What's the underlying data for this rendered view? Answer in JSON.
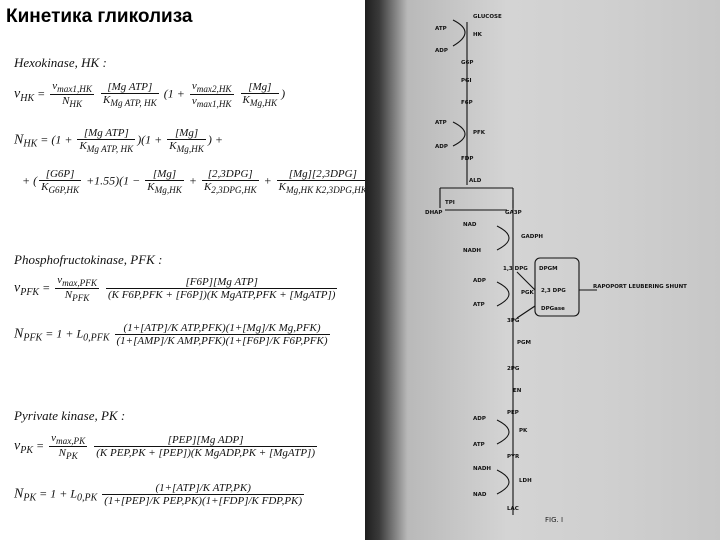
{
  "title": "Кинетика гликолиза",
  "left": {
    "hk": {
      "heading": "Hexokinase, HK :",
      "v_lhs": "v",
      "v_sub": "HK",
      "n_lhs": "N",
      "n_sub": "HK",
      "v_num1": "v",
      "v_num1_sub": "max1,HK",
      "v_den1": "N",
      "v_den1_sub": "HK",
      "mgatp": "[Mg ATP]",
      "k_mgatp": "K",
      "k_mgatp_sub": "Mg ATP, HK",
      "term1": "1 +",
      "v_num2": "v",
      "v_num2_sub": "max2,HK",
      "v_den2": "v",
      "v_den2_sub": "max1,HK",
      "mg": "[Mg]",
      "k_mg": "K",
      "k_mg_sub": "Mg,HK",
      "g6p": "[G6P]",
      "k_g6p": "K",
      "k_g6p_sub": "G6P,HK",
      "coef": "+1.55",
      "dpg": "[2,3DPG]",
      "k_dpg": "K",
      "k_dpg_sub": "2,3DPG,HK",
      "mgdpg": "[Mg][2,3DPG]",
      "k_mgdpg": "K",
      "k_mgdpg_sub": "Mg,HK K2,3DPG,HK"
    },
    "pfk": {
      "heading": "Phosphofructokinase, PFK :",
      "v_lhs": "v",
      "v_sub": "PFK",
      "n_lhs": "N",
      "n_sub": "PFK",
      "num": "[F6P][Mg ATP]",
      "vmax": "v",
      "vmax_sub": "max,PFK",
      "npfk": "N",
      "npfk_sub": "PFK",
      "den": "(K F6P,PFK + [F6P])(K MgATP,PFK + [MgATP])",
      "l0": "1 + L",
      "l0_sub": "0,PFK",
      "line1": "(1+[ATP]/K ATP,PFK)(1+[Mg]/K Mg,PFK)",
      "line2": "(1+[AMP]/K AMP,PFK)(1+[F6P]/K F6P,PFK)"
    },
    "pk": {
      "heading": "Pyrivate kinase, PK :",
      "v_lhs": "v",
      "v_sub": "PK",
      "n_lhs": "N",
      "n_sub": "PK",
      "num": "[PEP][Mg ADP]",
      "vmax": "v",
      "vmax_sub": "max,PK",
      "npk": "N",
      "npk_sub": "PK",
      "den": "(K PEP,PK + [PEP])(K MgADP,PK + [MgATP])",
      "l0": "1 + L",
      "l0_sub": "0,PK",
      "line1": "(1+[ATP]/K ATP,PK)",
      "line2": "(1+[PEP]/K PEP,PK)(1+[FDP]/K FDP,PK)"
    }
  },
  "diagram": {
    "nodes": [
      "GLUCOSE",
      "HK",
      "ATP",
      "ADP",
      "G6P",
      "PGI",
      "F6P",
      "ATP",
      "PFK",
      "ADP",
      "FDP",
      "ALD",
      "TPI",
      "DHAP",
      "GA3P",
      "NAD",
      "GADPH",
      "NADH",
      "1,3 DPG",
      "DPGM",
      "ADP",
      "PGK",
      "2,3 DPG",
      "RAPOPORT LEUBERING SHUNT",
      "ATP",
      "3PG",
      "DPGase",
      "PGM",
      "2PG",
      "EN",
      "PEP",
      "ADP",
      "PK",
      "ATP",
      "PYR",
      "NADH",
      "LDH",
      "NAD",
      "LAC"
    ],
    "fig_label": "FIG. I",
    "colors": {
      "bg": "#cfcfcf",
      "ink": "#111111"
    }
  }
}
